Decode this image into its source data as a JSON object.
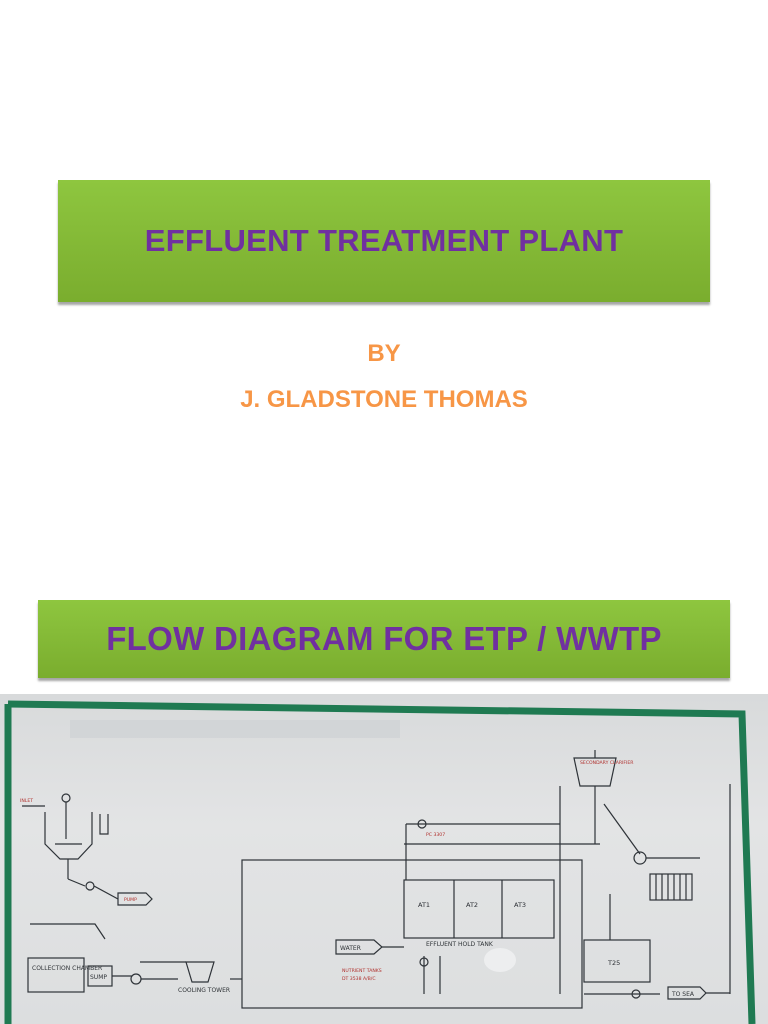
{
  "slide1": {
    "title": "EFFLUENT TREATMENT PLANT",
    "by": "BY",
    "author": "J. GLADSTONE THOMAS"
  },
  "slide2": {
    "title": "FLOW DIAGRAM FOR ETP / WWTP"
  },
  "diagram": {
    "labels": {
      "inlet": "INLET",
      "pump": "PUMP",
      "collection_chamber": "COLLECTION CHAMBER",
      "sump": "SUMP",
      "cooling_tower": "COOLING TOWER",
      "water": "WATER",
      "nutrient_tanks": "NUTRIENT TANKS",
      "nutrient_tanks_id": "DT 3538 A/B/C",
      "at1": "AT1",
      "at2": "AT2",
      "at3": "AT3",
      "effluent_holding_tank": "EFFLUENT HOLD  TANK",
      "t25": "T25",
      "to_sea": "TO SEA",
      "clarifier": "SECONDARY CLARIFIER",
      "pc_tag": "PC 3307"
    }
  }
}
